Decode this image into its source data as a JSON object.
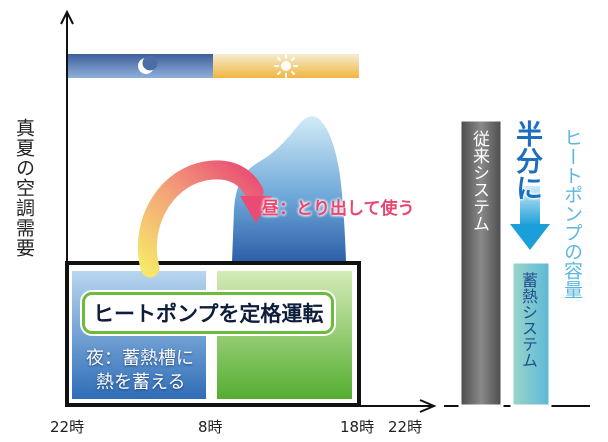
{
  "chart_data": {
    "type": "area",
    "ylabel": "真夏の空調需要",
    "x_ticks": [
      "22時",
      "8時",
      "18時",
      "22時"
    ],
    "periods": [
      {
        "label": "夜：蓄熱槽に 熱を蓄える",
        "from": "22時",
        "to": "8時"
      },
      {
        "label": "",
        "from": "8時",
        "to": "18時"
      }
    ],
    "annotations": {
      "day_use": "昼：とり出して使う",
      "rated_operation": "ヒートポンプを定格運転",
      "night_line1": "夜：蓄熱槽に",
      "night_line2": "熱を蓄える"
    },
    "comparison": {
      "conventional": "従来システム",
      "storage": "蓄熱システム",
      "half": "半分に",
      "capacity_label": "ヒートポンプの容量"
    }
  },
  "colors": {
    "night_sky": "#5d80b8",
    "day_sky": "#f3c25a",
    "demand_top": "#bfe1f1",
    "demand_bottom": "#2e64ad",
    "night_box": "#4b86c8",
    "day_box": "#7cc24f",
    "gray_bar": "#6d6d6d",
    "cyan_accent": "#19a8dc",
    "pink_text": "#e8466e"
  },
  "icons": {
    "night": "moon-icon",
    "day": "sun-icon"
  }
}
